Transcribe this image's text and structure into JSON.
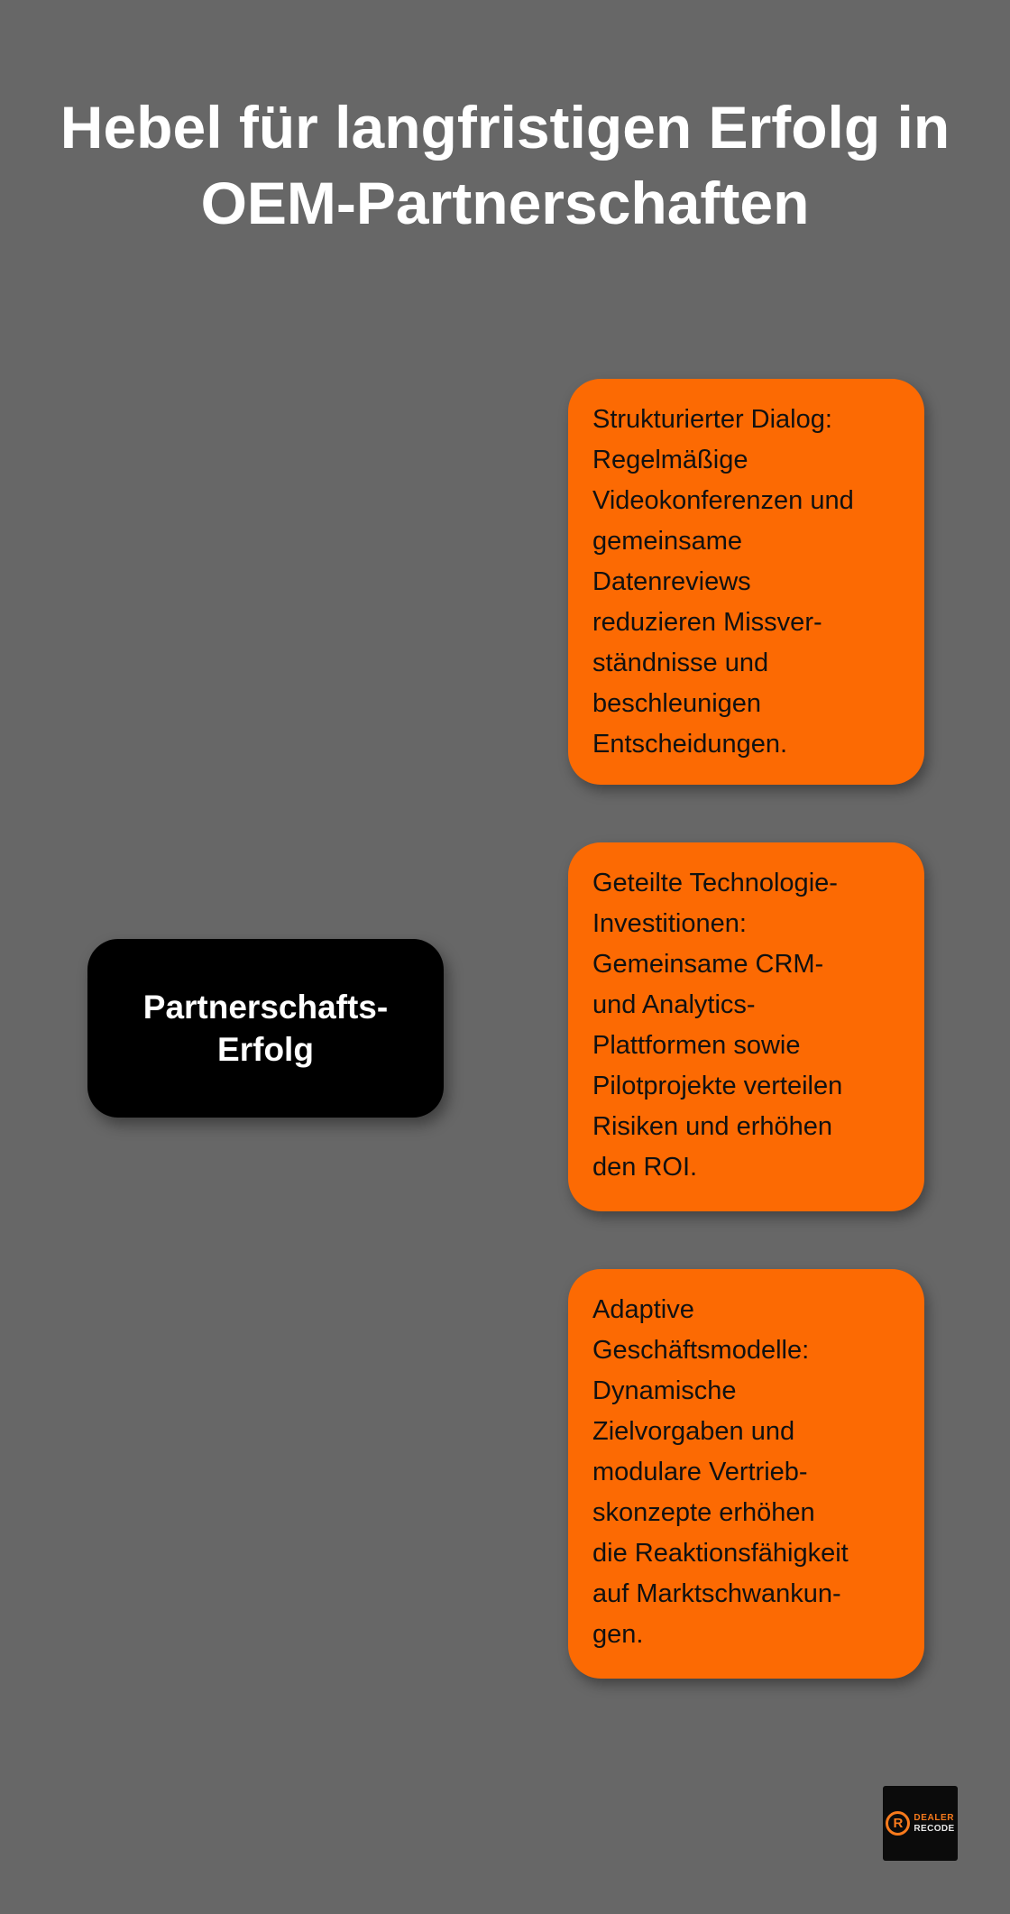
{
  "palette": {
    "background": "#676767",
    "card_orange": "#FC6A03",
    "center_node_black": "#000000",
    "title_white": "#FFFFFF",
    "card_text_black": "#111111",
    "logo_orange": "#F87A1C",
    "logo_background": "#0B0B0B",
    "logo_recode_grey": "#E8E8E8"
  },
  "title": {
    "text": "Hebel für langfristigen Erfolg in\nOEM-Partnerschaften"
  },
  "center_node": {
    "label": "Partnerschafts-\nErfolg"
  },
  "cards": [
    {
      "text": "Strukturierter Dialog:\nRegelmäßige\nVideokonferenzen und\ngemeinsame\nDatenreviews\nreduzieren Missver-\nständnisse und\nbeschleunigen\nEntscheidungen."
    },
    {
      "text": "Geteilte Technologie-\nInvestitionen:\nGemeinsame CRM-\nund Analytics-\nPlattformen sowie\nPilotprojekte verteilen\nRisiken und erhöhen\nden ROI."
    },
    {
      "text": "Adaptive\nGeschäftsmodelle:\nDynamische\nZielvorgaben und\nmodulare Vertrieb-\nskonzepte erhöhen\ndie Reaktionsfähigkeit\nauf Marktschwankun-\ngen."
    }
  ],
  "logo": {
    "monogram": "R",
    "line1": "DEALER",
    "line2": "RECODE"
  }
}
